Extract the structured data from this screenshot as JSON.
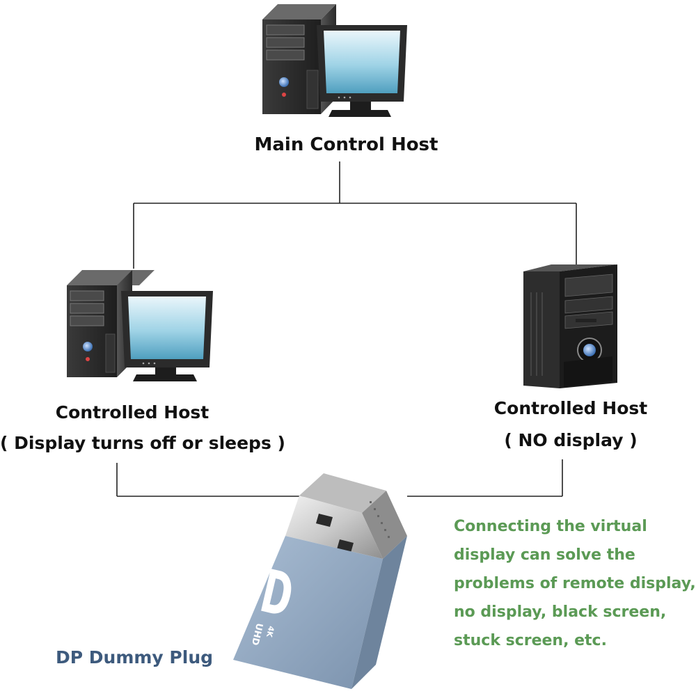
{
  "nodes": {
    "main_host": {
      "label": "Main Control Host"
    },
    "controlled_host_left": {
      "label": "Controlled Host",
      "sublabel": "( Display turns off or sleeps )"
    },
    "controlled_host_right": {
      "label": "Controlled Host",
      "sublabel": "( NO display )"
    }
  },
  "plug": {
    "name": "DP Dummy Plug",
    "logo_letters": "D",
    "badge_uhd": "UHD",
    "badge_4k": "4K"
  },
  "note": {
    "lines": [
      "Connecting the virtual",
      "display can solve the",
      "problems of remote display,",
      "no display, black screen,",
      "stuck screen, etc."
    ],
    "color": "#5b9a55"
  },
  "icons": {
    "main_host": "desktop-computer-with-monitor-icon",
    "left_host": "desktop-computer-with-monitor-icon",
    "right_host": "computer-tower-icon",
    "plug": "displayport-dummy-plug-icon"
  },
  "colors": {
    "lines": "#222222",
    "plug_body": "#8fa5bf",
    "plug_name": "#3d5a7d"
  }
}
